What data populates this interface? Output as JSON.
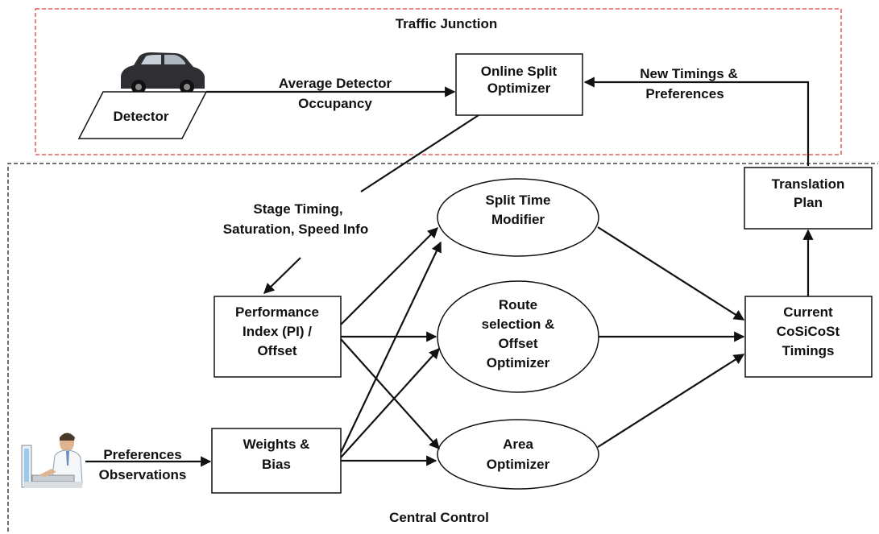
{
  "regions": {
    "junction_label": "Traffic Junction",
    "central_label": "Central Control",
    "junction_border_color": "#e03c3c",
    "central_border_color": "#222222"
  },
  "nodes": {
    "detector": "Detector",
    "online_split": [
      "Online Split",
      "Optimizer"
    ],
    "translation": [
      "Translation",
      "Plan"
    ],
    "split_time": [
      "Split Time",
      "Modifier"
    ],
    "route_selection": [
      "Route",
      "selection &",
      "Offset",
      "Optimizer"
    ],
    "area_optimizer": [
      "Area",
      "Optimizer"
    ],
    "performance_index": [
      "Performance",
      "Index (PI) /",
      "Offset"
    ],
    "weights_bias": [
      "Weights &",
      "Bias"
    ],
    "current_timings": [
      "Current",
      "CoSiCoSt",
      "Timings"
    ]
  },
  "edge_labels": {
    "occupancy": [
      "Average Detector",
      "Occupancy"
    ],
    "new_timings": [
      "New Timings &",
      "Preferences"
    ],
    "stage_timing": [
      "Stage Timing,",
      "Saturation, Speed Info"
    ],
    "preferences": "Preferences",
    "observations": "Observations"
  },
  "icons": {
    "vehicle": "car-icon",
    "operator": "operator-at-computer-icon"
  }
}
